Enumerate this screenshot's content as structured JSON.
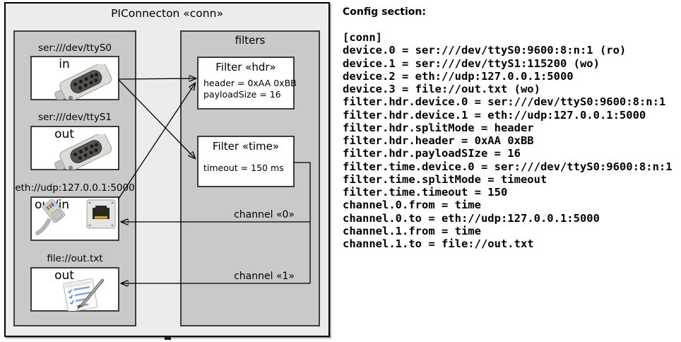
{
  "diagram": {
    "title": "PIConnecton «conn»",
    "filters_title": "filters",
    "devices": [
      {
        "label": "ser:///dev/ttyS0",
        "role": "in",
        "icon": "serial-db9-icon"
      },
      {
        "label": "ser:///dev/ttyS1",
        "role": "out",
        "icon": "serial-db9-icon"
      },
      {
        "label": "eth://udp:127.0.0.1:5000",
        "role": "out/in",
        "icon": "ethernet-rj45-icon"
      },
      {
        "label": "file://out.txt",
        "role": "out",
        "icon": "notepad-pen-icon"
      }
    ],
    "filters": [
      {
        "title": "Filter «hdr»",
        "properties": {
          "0": "header = 0xAA 0xBB",
          "1": "payloadSize = 16"
        }
      },
      {
        "title": "Filter «time»",
        "properties": {
          "0": "timeout = 150 ms"
        }
      }
    ],
    "channels": [
      {
        "label": "channel «0»"
      },
      {
        "label": "channel «1»"
      }
    ]
  },
  "config": {
    "heading": "Config section:",
    "lines": [
      "[conn]",
      "device.0 = ser:///dev/ttyS0:9600:8:n:1 (ro)",
      "device.1 = ser:///dev/ttyS1:115200 (wo)",
      "device.2 = eth://udp:127.0.0.1:5000",
      "device.3 = file://out.txt (wo)",
      "filter.hdr.device.0 = ser:///dev/ttyS0:9600:8:n:1",
      "filter.hdr.device.1 = eth://udp:127.0.0.1:5000",
      "filter.hdr.splitMode = header",
      "filter.hdr.header = 0xAA 0xBB",
      "filter.hdr.payloadSIze = 16",
      "filter.time.device.0 = ser:///dev/ttyS0:9600:8:n:1",
      "filter.time.splitMode = timeout",
      "filter.time.timeout = 150",
      "channel.0.from = time",
      "channel.0.to = eth://udp:127.0.0.1:5000",
      "channel.1.from = time",
      "channel.1.to = file://out.txt"
    ]
  },
  "colors": {
    "diagram_bg": "#ececec",
    "group_bg": "#c9c9c9",
    "box_bg": "#ffffff",
    "box_border": "#3d3d3d",
    "outer_border": "#000000",
    "line": "#000000",
    "text": "#000000"
  }
}
